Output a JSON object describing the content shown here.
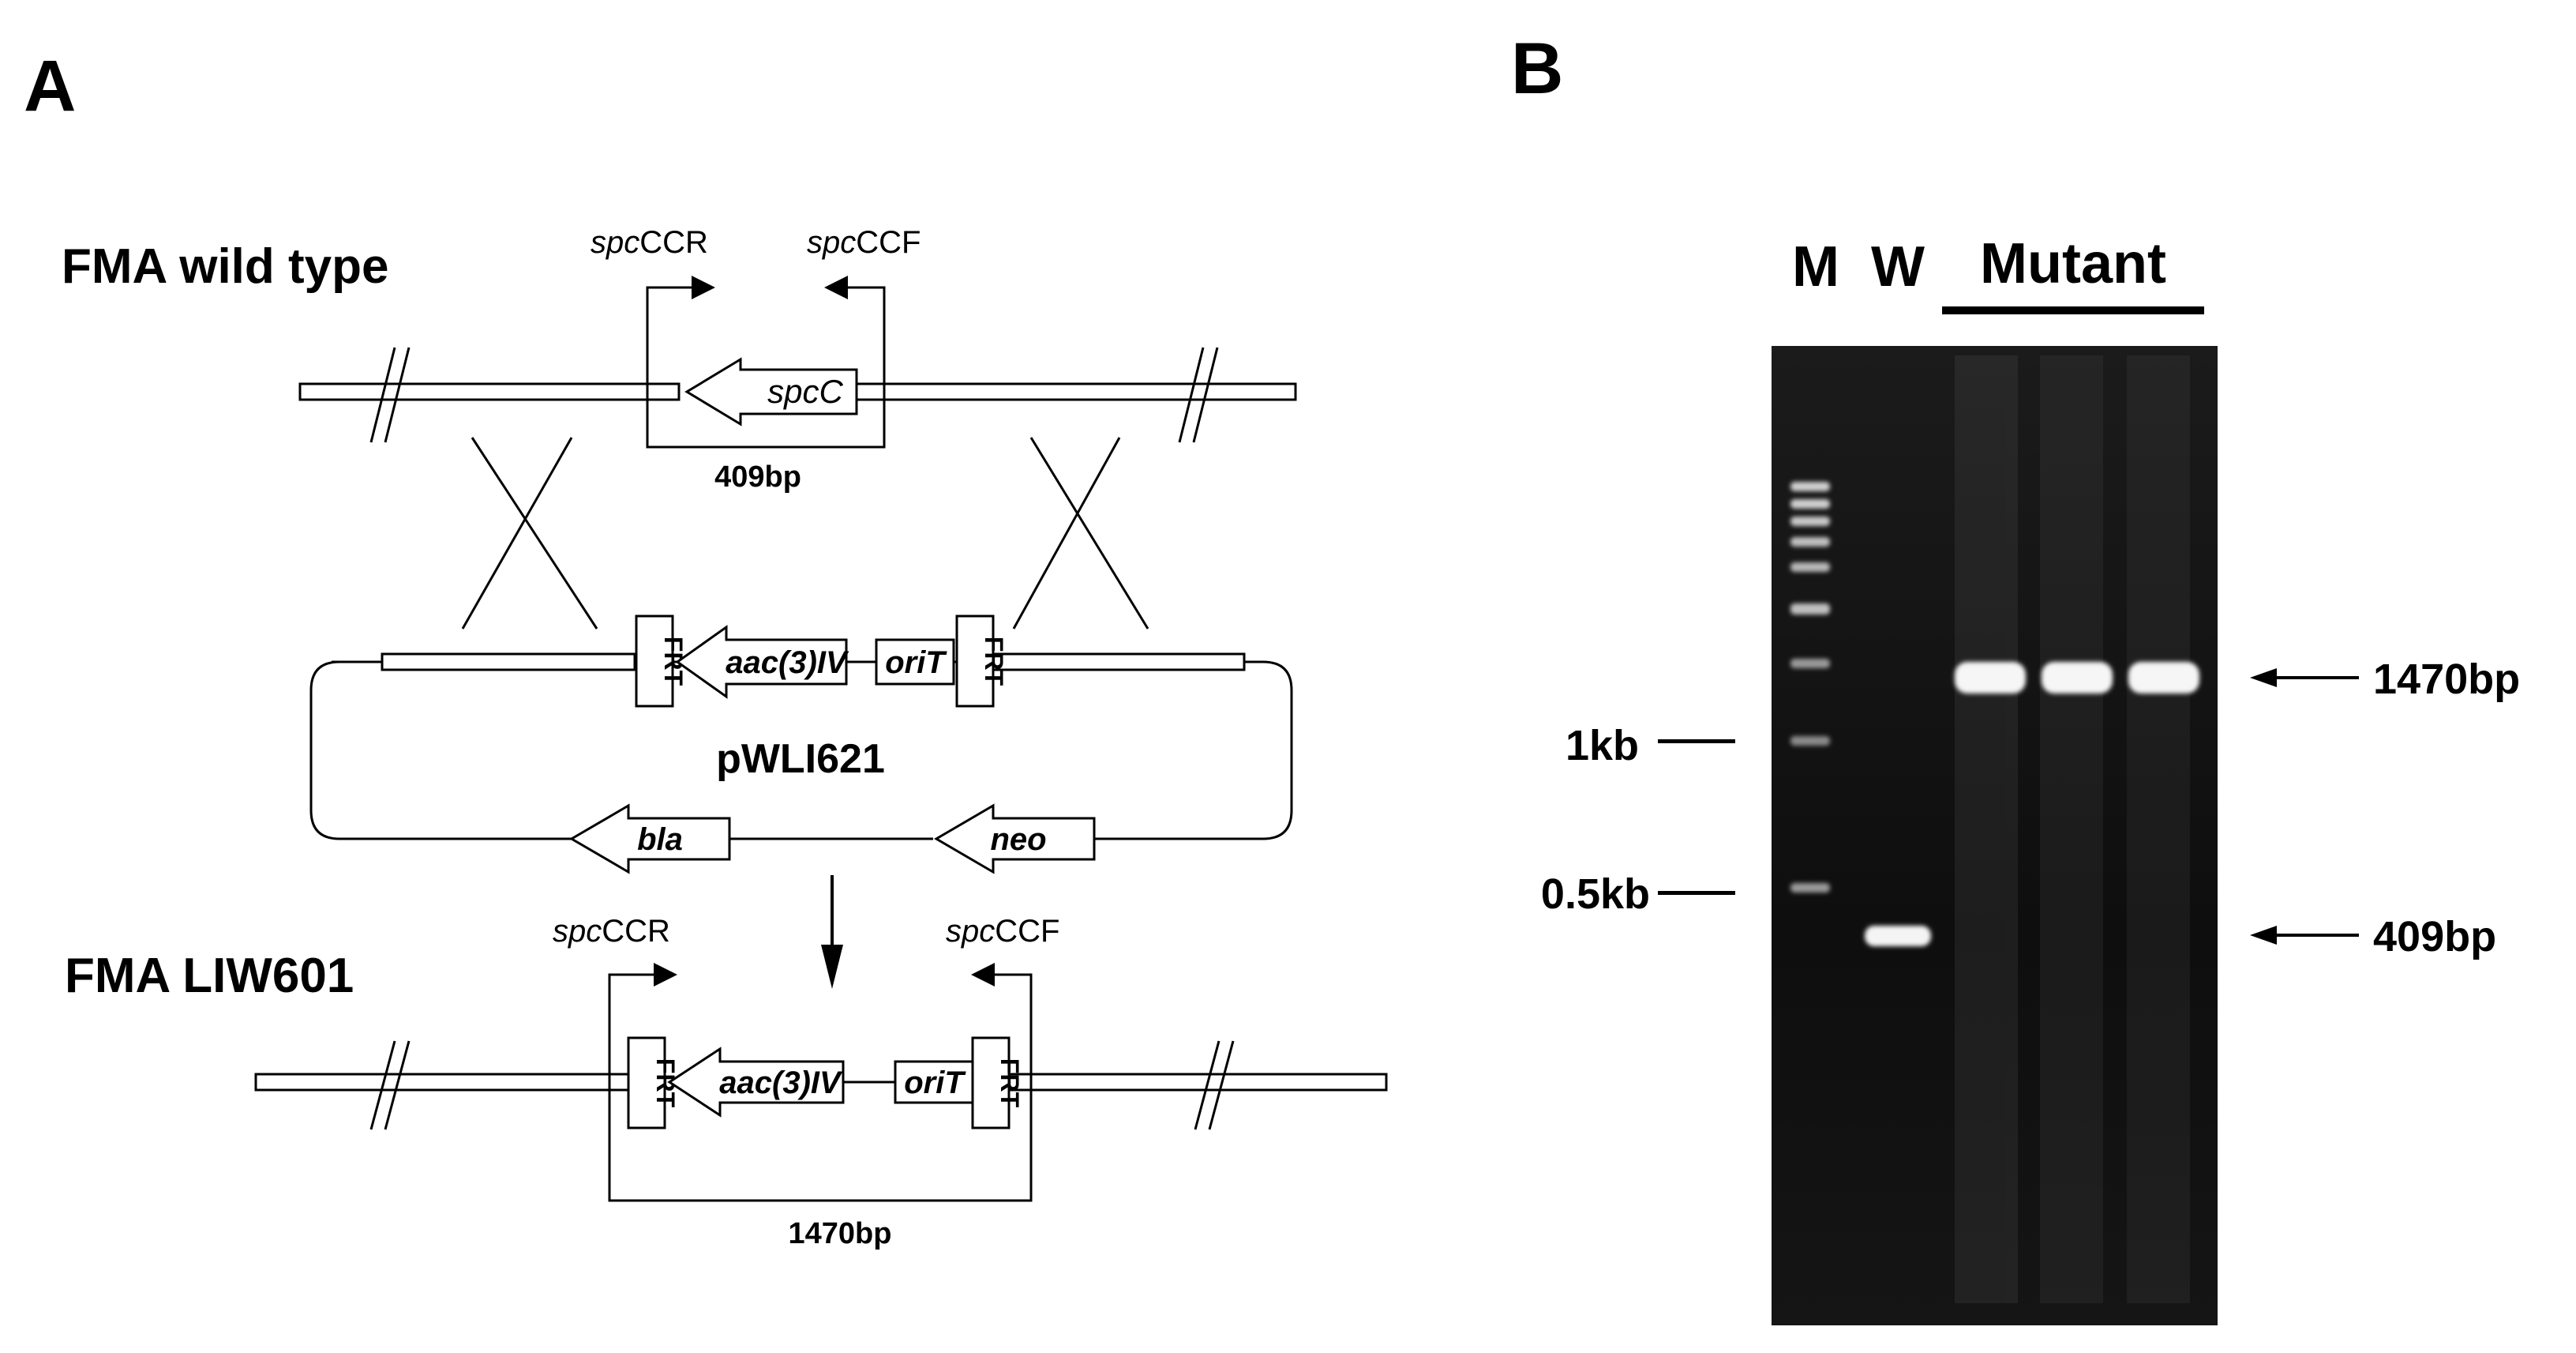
{
  "panels": {
    "a_label": "A",
    "b_label": "B"
  },
  "diagram": {
    "wild_type": {
      "title": "FMA wild type",
      "primer_left_italic": "spc",
      "primer_left_rest": "CCR",
      "primer_right_italic": "spc",
      "primer_right_rest": "CCF",
      "gene": "spcC",
      "product": "409bp"
    },
    "plasmid": {
      "name": "pWLI621",
      "frt_label": "FRT",
      "gene_aac": "aac(3)IV",
      "gene_orit": "oriT",
      "gene_bla": "bla",
      "gene_neo": "neo"
    },
    "mutant": {
      "title": "FMA LIW601",
      "primer_left_italic": "spc",
      "primer_left_rest": "CCR",
      "primer_right_italic": "spc",
      "primer_right_rest": "CCF",
      "product": "1470bp"
    }
  },
  "gel": {
    "lanes": {
      "marker": "M",
      "wild": "W",
      "mutant": "Mutant"
    },
    "markers": {
      "m1": "1kb",
      "m2": "0.5kb"
    },
    "bands": {
      "b1": "1470bp",
      "b2": "409bp"
    }
  },
  "colors": {
    "gel_background": "#111111",
    "band": "#f4f4f4"
  }
}
